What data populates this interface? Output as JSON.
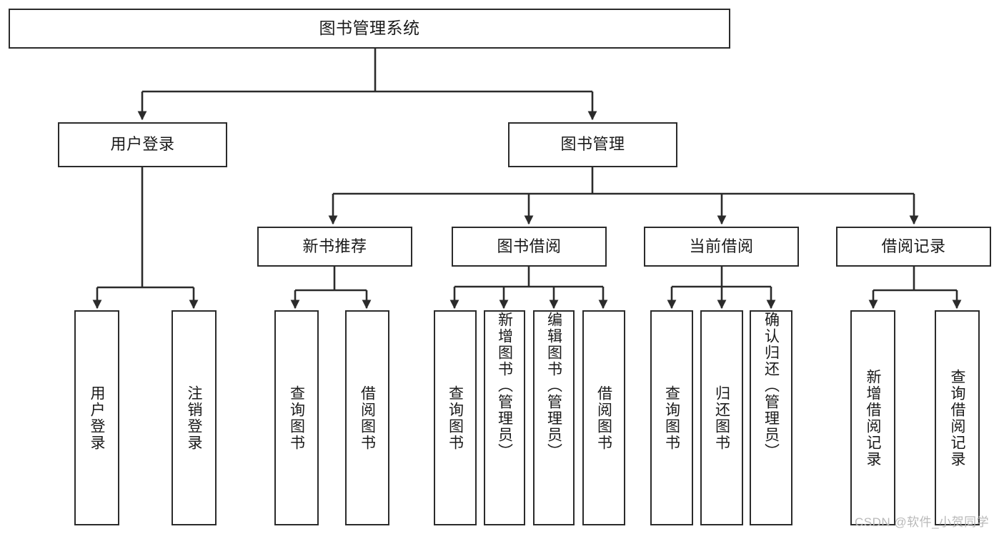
{
  "diagram": {
    "type": "tree",
    "title": "图书管理系统",
    "watermark": "CSDN @软件_小贺同学",
    "colors": {
      "stroke": "#2b2b2b",
      "fill": "#ffffff",
      "text": "#1a1a1a",
      "watermark": "#b9b9b9"
    },
    "nodes": {
      "root": {
        "label": "图书管理系统"
      },
      "level2": [
        {
          "label": "用户登录"
        },
        {
          "label": "图书管理"
        }
      ],
      "level3": [
        {
          "label": "新书推荐"
        },
        {
          "label": "图书借阅"
        },
        {
          "label": "当前借阅"
        },
        {
          "label": "借阅记录"
        }
      ],
      "leaves": [
        {
          "label": "用户登录",
          "parent": "用户登录"
        },
        {
          "label": "注销登录",
          "parent": "用户登录"
        },
        {
          "label": "查询图书",
          "parent": "新书推荐"
        },
        {
          "label": "借阅图书",
          "parent": "新书推荐"
        },
        {
          "label": "查询图书",
          "parent": "图书借阅"
        },
        {
          "label": "新增图书（管理员）",
          "parent": "图书借阅"
        },
        {
          "label": "编辑图书（管理员）",
          "parent": "图书借阅"
        },
        {
          "label": "借阅图书",
          "parent": "图书借阅"
        },
        {
          "label": "查询图书",
          "parent": "当前借阅"
        },
        {
          "label": "归还图书",
          "parent": "当前借阅"
        },
        {
          "label": "确认归还（管理员）",
          "parent": "当前借阅"
        },
        {
          "label": "新增借阅记录",
          "parent": "借阅记录"
        },
        {
          "label": "查询借阅记录",
          "parent": "借阅记录"
        }
      ]
    }
  }
}
